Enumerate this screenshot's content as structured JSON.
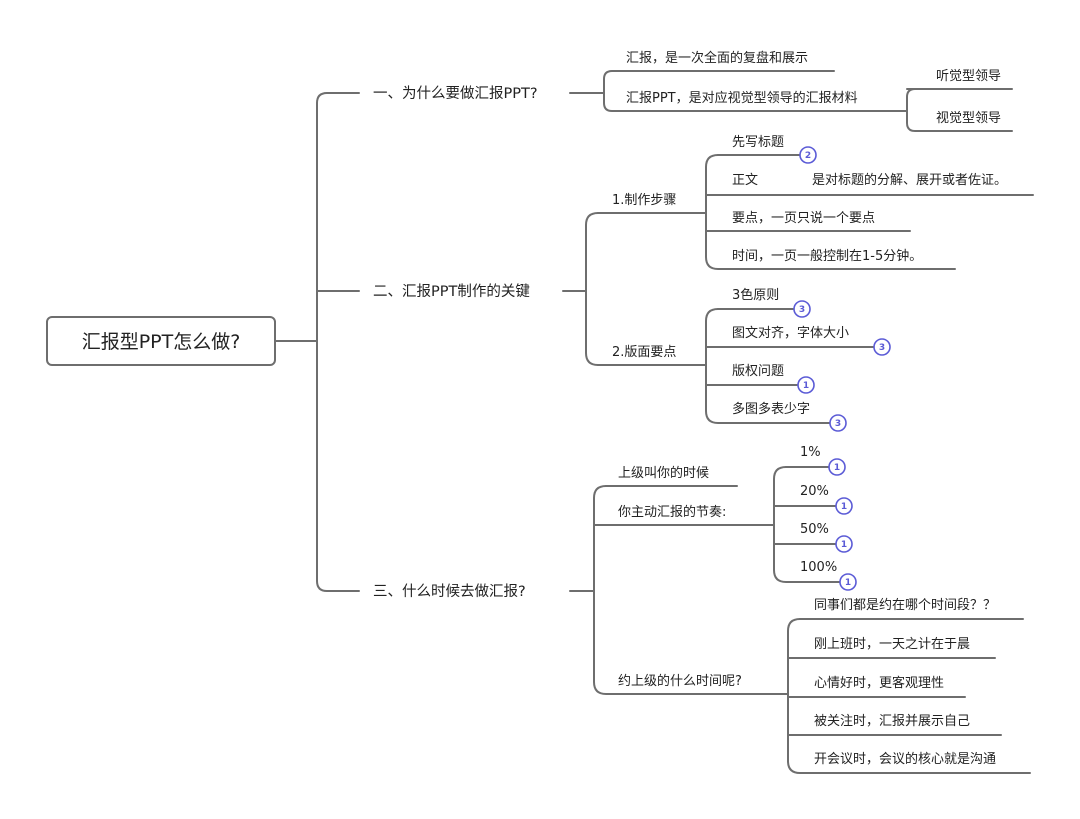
{
  "root": "汇报型PPT怎么做?",
  "section1": {
    "title": "一、为什么要做汇报PPT?",
    "item1": "汇报，是一次全面的复盘和展示",
    "item2": "汇报PPT，是对应视觉型领导的汇报材料",
    "sub1": "听觉型领导",
    "sub2": "视觉型领导"
  },
  "section2": {
    "title": "二、汇报PPT制作的关键",
    "group1": {
      "label": "1.制作步骤",
      "items": [
        "先写标题",
        "正文",
        "要点，一页只说一个要点",
        "时间，一页一般控制在1-5分钟。"
      ],
      "note": "是对标题的分解、展开或者佐证。",
      "badge": "2"
    },
    "group2": {
      "label": "2.版面要点",
      "items": [
        "3色原则",
        "图文对齐，字体大小",
        "版权问题",
        "多图多表少字"
      ],
      "badges": [
        "3",
        "3",
        "1",
        "3"
      ]
    }
  },
  "section3": {
    "title": "三、什么时候去做汇报?",
    "item1": "上级叫你的时候",
    "item2": {
      "label": "你主动汇报的节奏:",
      "items": [
        "1%",
        "20%",
        "50%",
        "100%"
      ],
      "badges": [
        "1",
        "1",
        "1",
        "1"
      ]
    },
    "item3": {
      "label": "约上级的什么时间呢?",
      "items": [
        "同事们都是约在哪个时间段？？",
        "刚上班时，一天之计在于晨",
        "心情好时，更客观理性",
        "被关注时，汇报并展示自己",
        "开会议时，会议的核心就是沟通"
      ]
    }
  }
}
